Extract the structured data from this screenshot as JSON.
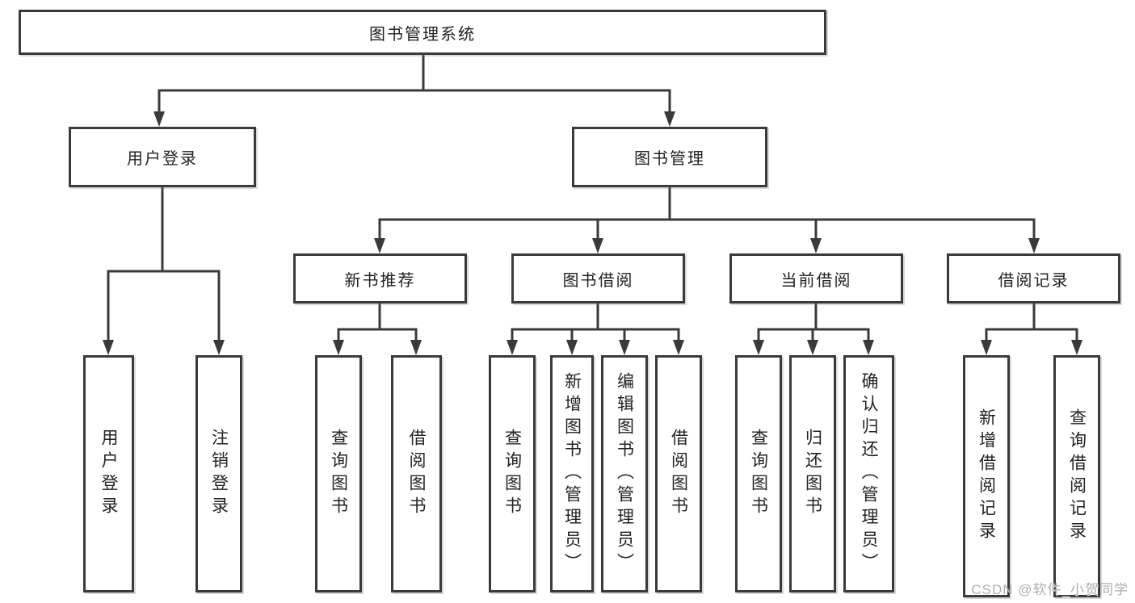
{
  "diagram": {
    "title": "图书管理系统",
    "branches": [
      {
        "label": "用户登录",
        "children": [
          {
            "label": "用户登录"
          },
          {
            "label": "注销登录"
          }
        ]
      },
      {
        "label": "图书管理",
        "children": [
          {
            "label": "新书推荐",
            "children": [
              {
                "label": "查询图书"
              },
              {
                "label": "借阅图书"
              }
            ]
          },
          {
            "label": "图书借阅",
            "children": [
              {
                "label": "查询图书"
              },
              {
                "label": "新增图书（管理员）"
              },
              {
                "label": "编辑图书（管理员）"
              },
              {
                "label": "借阅图书"
              }
            ]
          },
          {
            "label": "当前借阅",
            "children": [
              {
                "label": "查询图书"
              },
              {
                "label": "归还图书"
              },
              {
                "label": "确认归还（管理员）"
              }
            ]
          },
          {
            "label": "借阅记录",
            "children": [
              {
                "label": "新增借阅记录"
              },
              {
                "label": "查询借阅记录"
              }
            ]
          }
        ]
      }
    ],
    "watermark": "CSDN @软件_小贺同学",
    "colors": {
      "line": "#3a3a3a",
      "box_border": "#3a3a3a",
      "text": "#222222",
      "background": "#ffffff",
      "watermark": "#aeaeae"
    }
  }
}
